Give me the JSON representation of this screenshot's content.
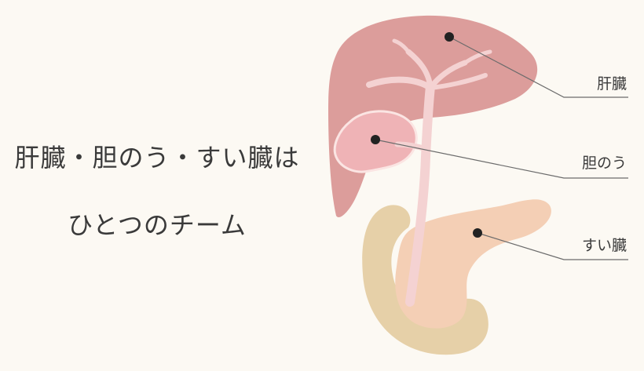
{
  "headline": {
    "line1": "肝臓・胆のう・すい臓は",
    "line2": "ひとつのチーム"
  },
  "labels": {
    "liver": "肝臓",
    "gallbladder": "胆のう",
    "pancreas": "すい臓"
  },
  "colors": {
    "background": "#fcf9f3",
    "liver": "#dc9d9b",
    "gallbladder": "#efb3b6",
    "bile_duct": "#f1c5c7",
    "pancreas": "#f4cfb5",
    "duodenum": "#e6d0a8",
    "leader_line": "#6b6b6b",
    "marker": "#222222"
  }
}
